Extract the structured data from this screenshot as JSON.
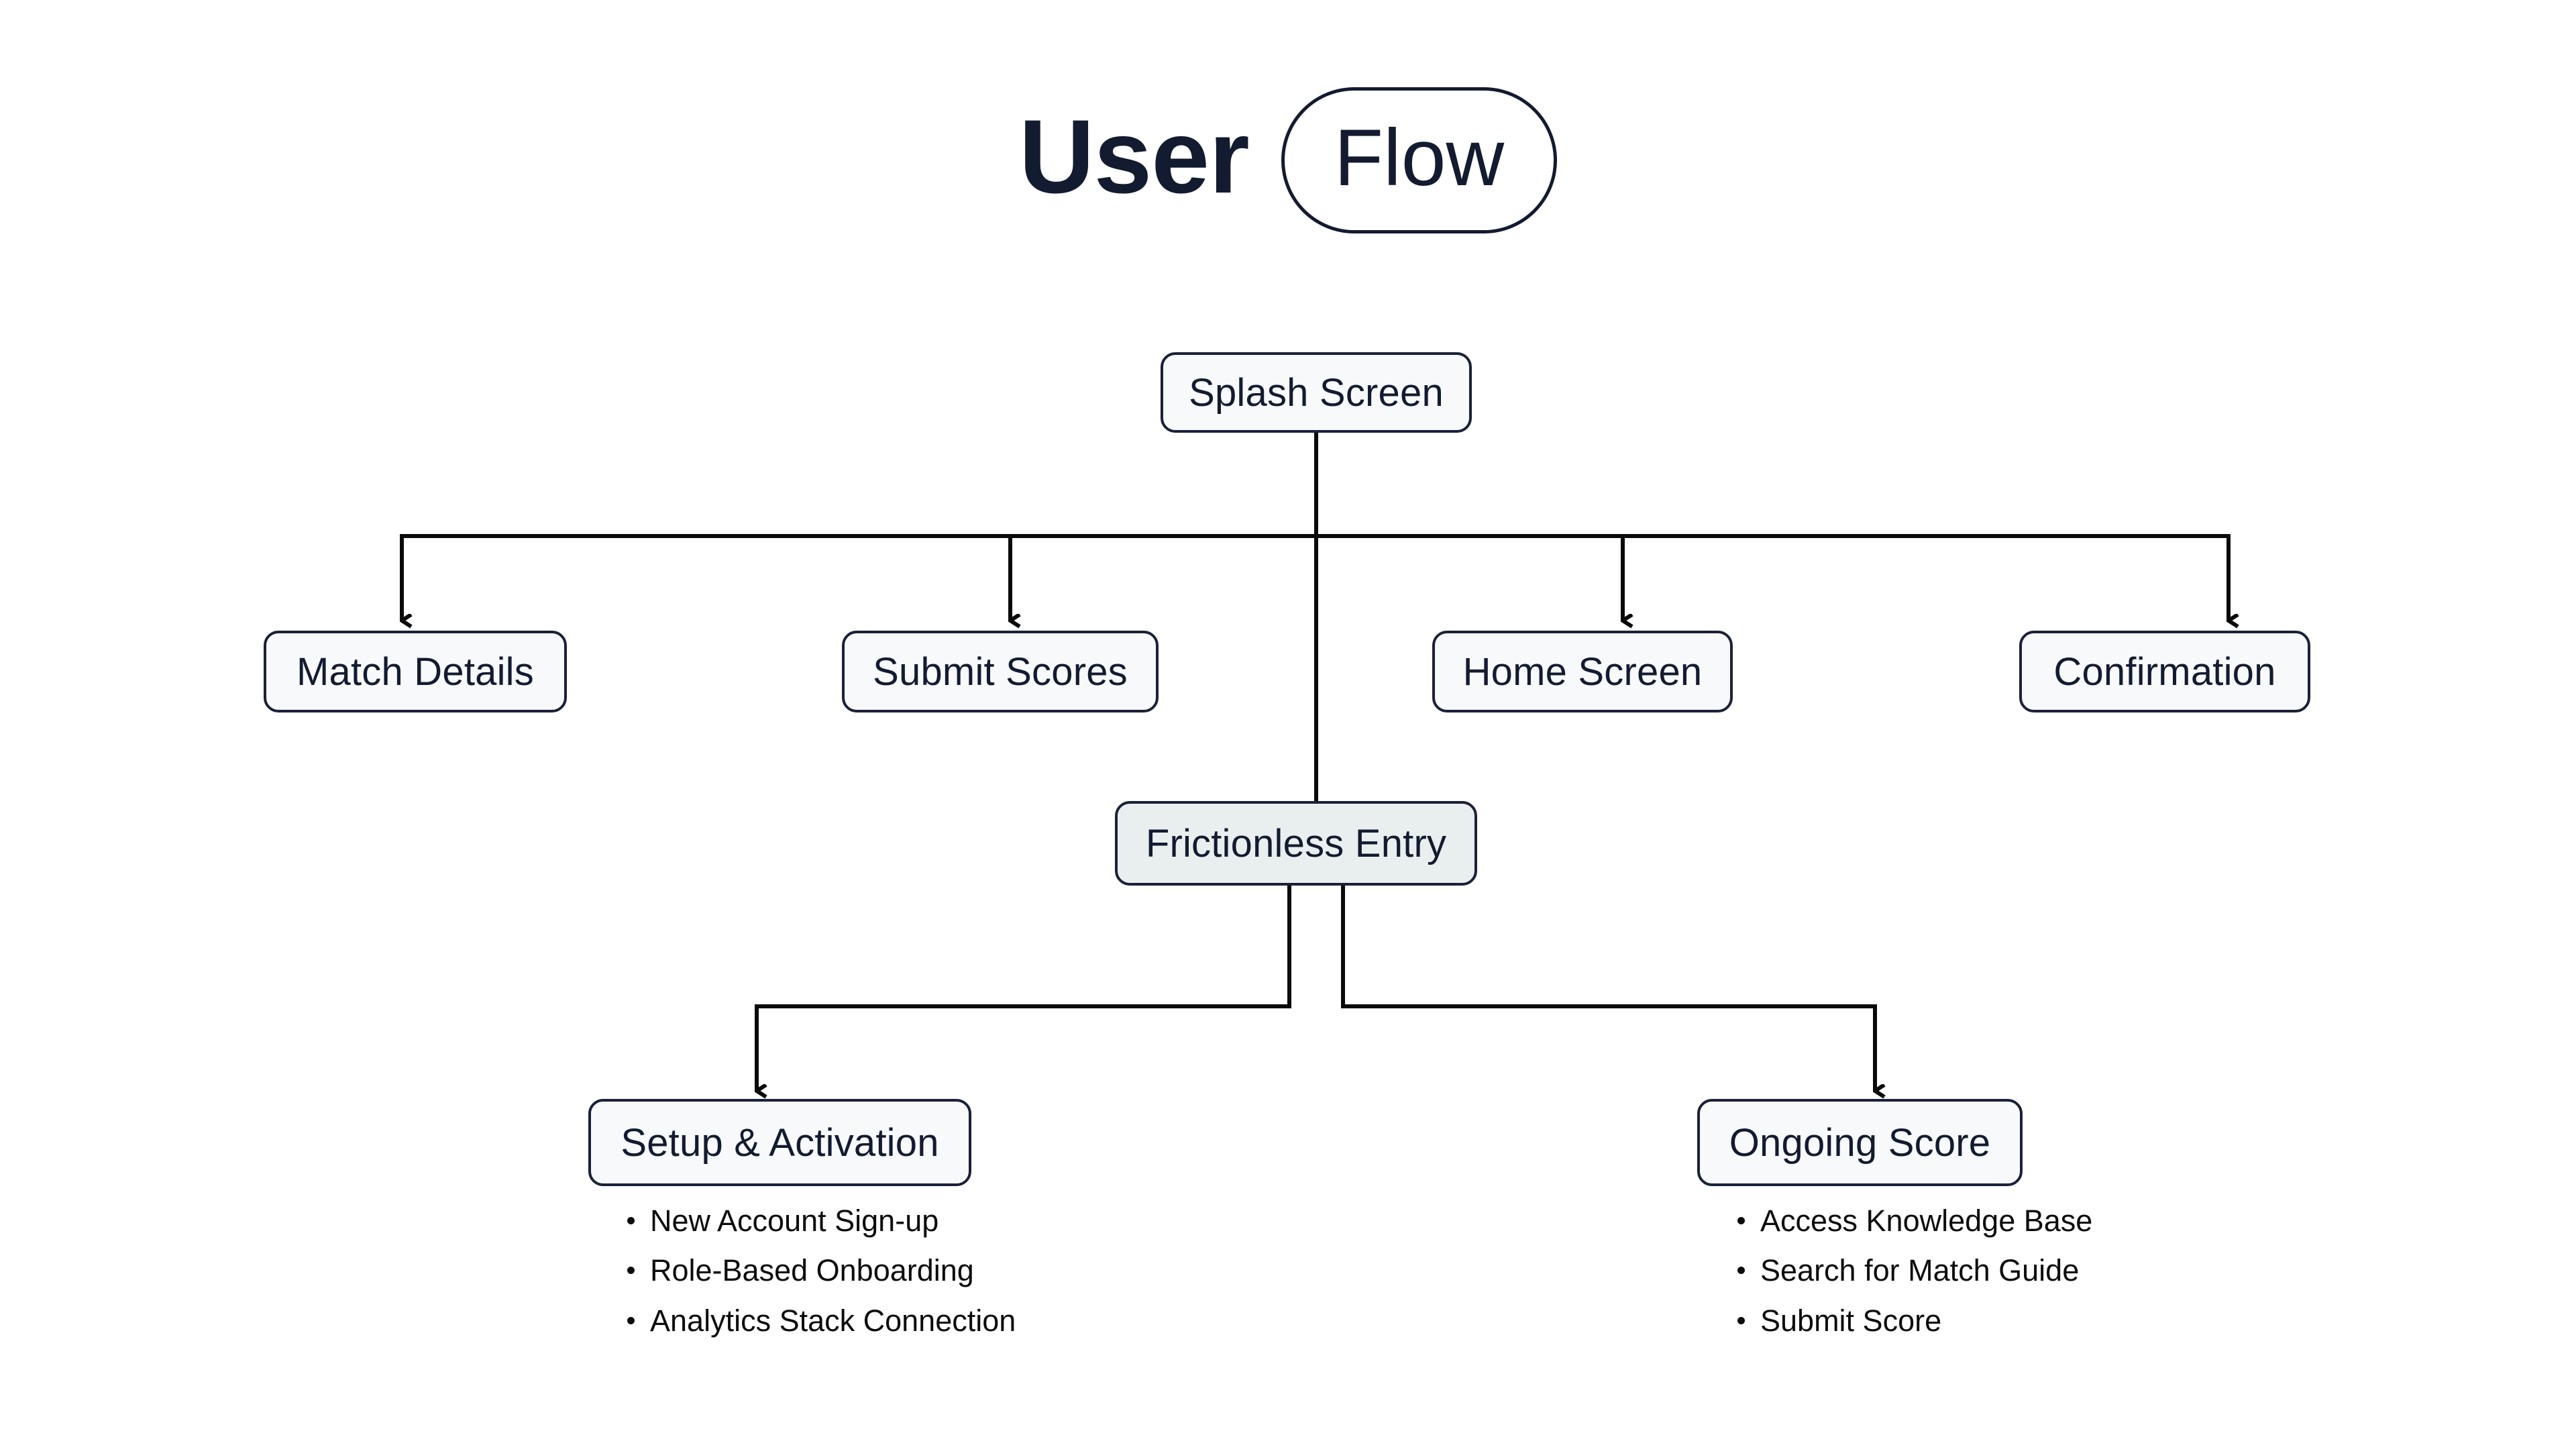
{
  "page": {
    "background": "#FFFFFF",
    "node_fill": "#F7F9FB",
    "node_accent_fill": "#E8EFEE",
    "node_border": "#1A2138",
    "text_color": "#131B30",
    "bullet_color": "#0C0C0C",
    "connector_color": "#0A0A0A"
  },
  "header": {
    "title_word": "User",
    "title_pill": "Flow"
  },
  "diagram": {
    "root": {
      "label": "Splash Screen"
    },
    "level_two": [
      {
        "label": "Match Details"
      },
      {
        "label": "Submit Scores"
      },
      {
        "label": "Home Screen"
      },
      {
        "label": "Confirmation"
      }
    ],
    "middle": {
      "label": "Frictionless Entry",
      "highlighted": true
    },
    "level_three": [
      {
        "label": "Setup & Activation",
        "items": [
          "New Account Sign-up",
          "Role-Based Onboarding",
          "Analytics Stack Connection"
        ]
      },
      {
        "label": "Ongoing Score",
        "items": [
          "Access Knowledge Base",
          "Search for Match Guide",
          "Submit Score"
        ]
      }
    ]
  }
}
